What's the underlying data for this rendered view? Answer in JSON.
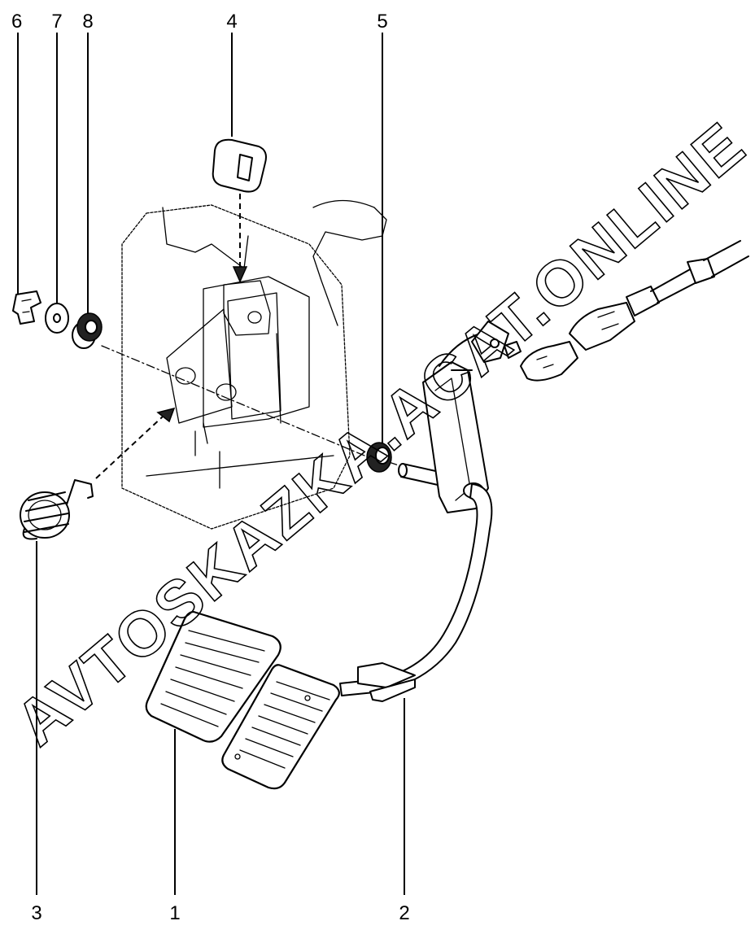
{
  "watermark": "AVTOSKAZKA.ACAT.ONLINE",
  "callouts": [
    {
      "id": "1",
      "label": "1"
    },
    {
      "id": "2",
      "label": "2"
    },
    {
      "id": "3",
      "label": "3"
    },
    {
      "id": "4",
      "label": "4"
    },
    {
      "id": "5",
      "label": "5"
    },
    {
      "id": "6",
      "label": "6"
    },
    {
      "id": "7",
      "label": "7"
    },
    {
      "id": "8",
      "label": "8"
    }
  ],
  "parts": [
    {
      "callout": "1",
      "icon": "rubber-pedal-pad-icon"
    },
    {
      "callout": "2",
      "icon": "accelerator-pedal-lever-icon"
    },
    {
      "callout": "3",
      "icon": "return-spring-icon"
    },
    {
      "callout": "4",
      "icon": "pedal-stop-buffer-icon"
    },
    {
      "callout": "5",
      "icon": "bushing-icon"
    },
    {
      "callout": "6",
      "icon": "retaining-clip-icon"
    },
    {
      "callout": "7",
      "icon": "washer-icon"
    },
    {
      "callout": "8",
      "icon": "bushing-icon"
    }
  ],
  "colors": {
    "line": "#000000",
    "background": "#ffffff"
  }
}
